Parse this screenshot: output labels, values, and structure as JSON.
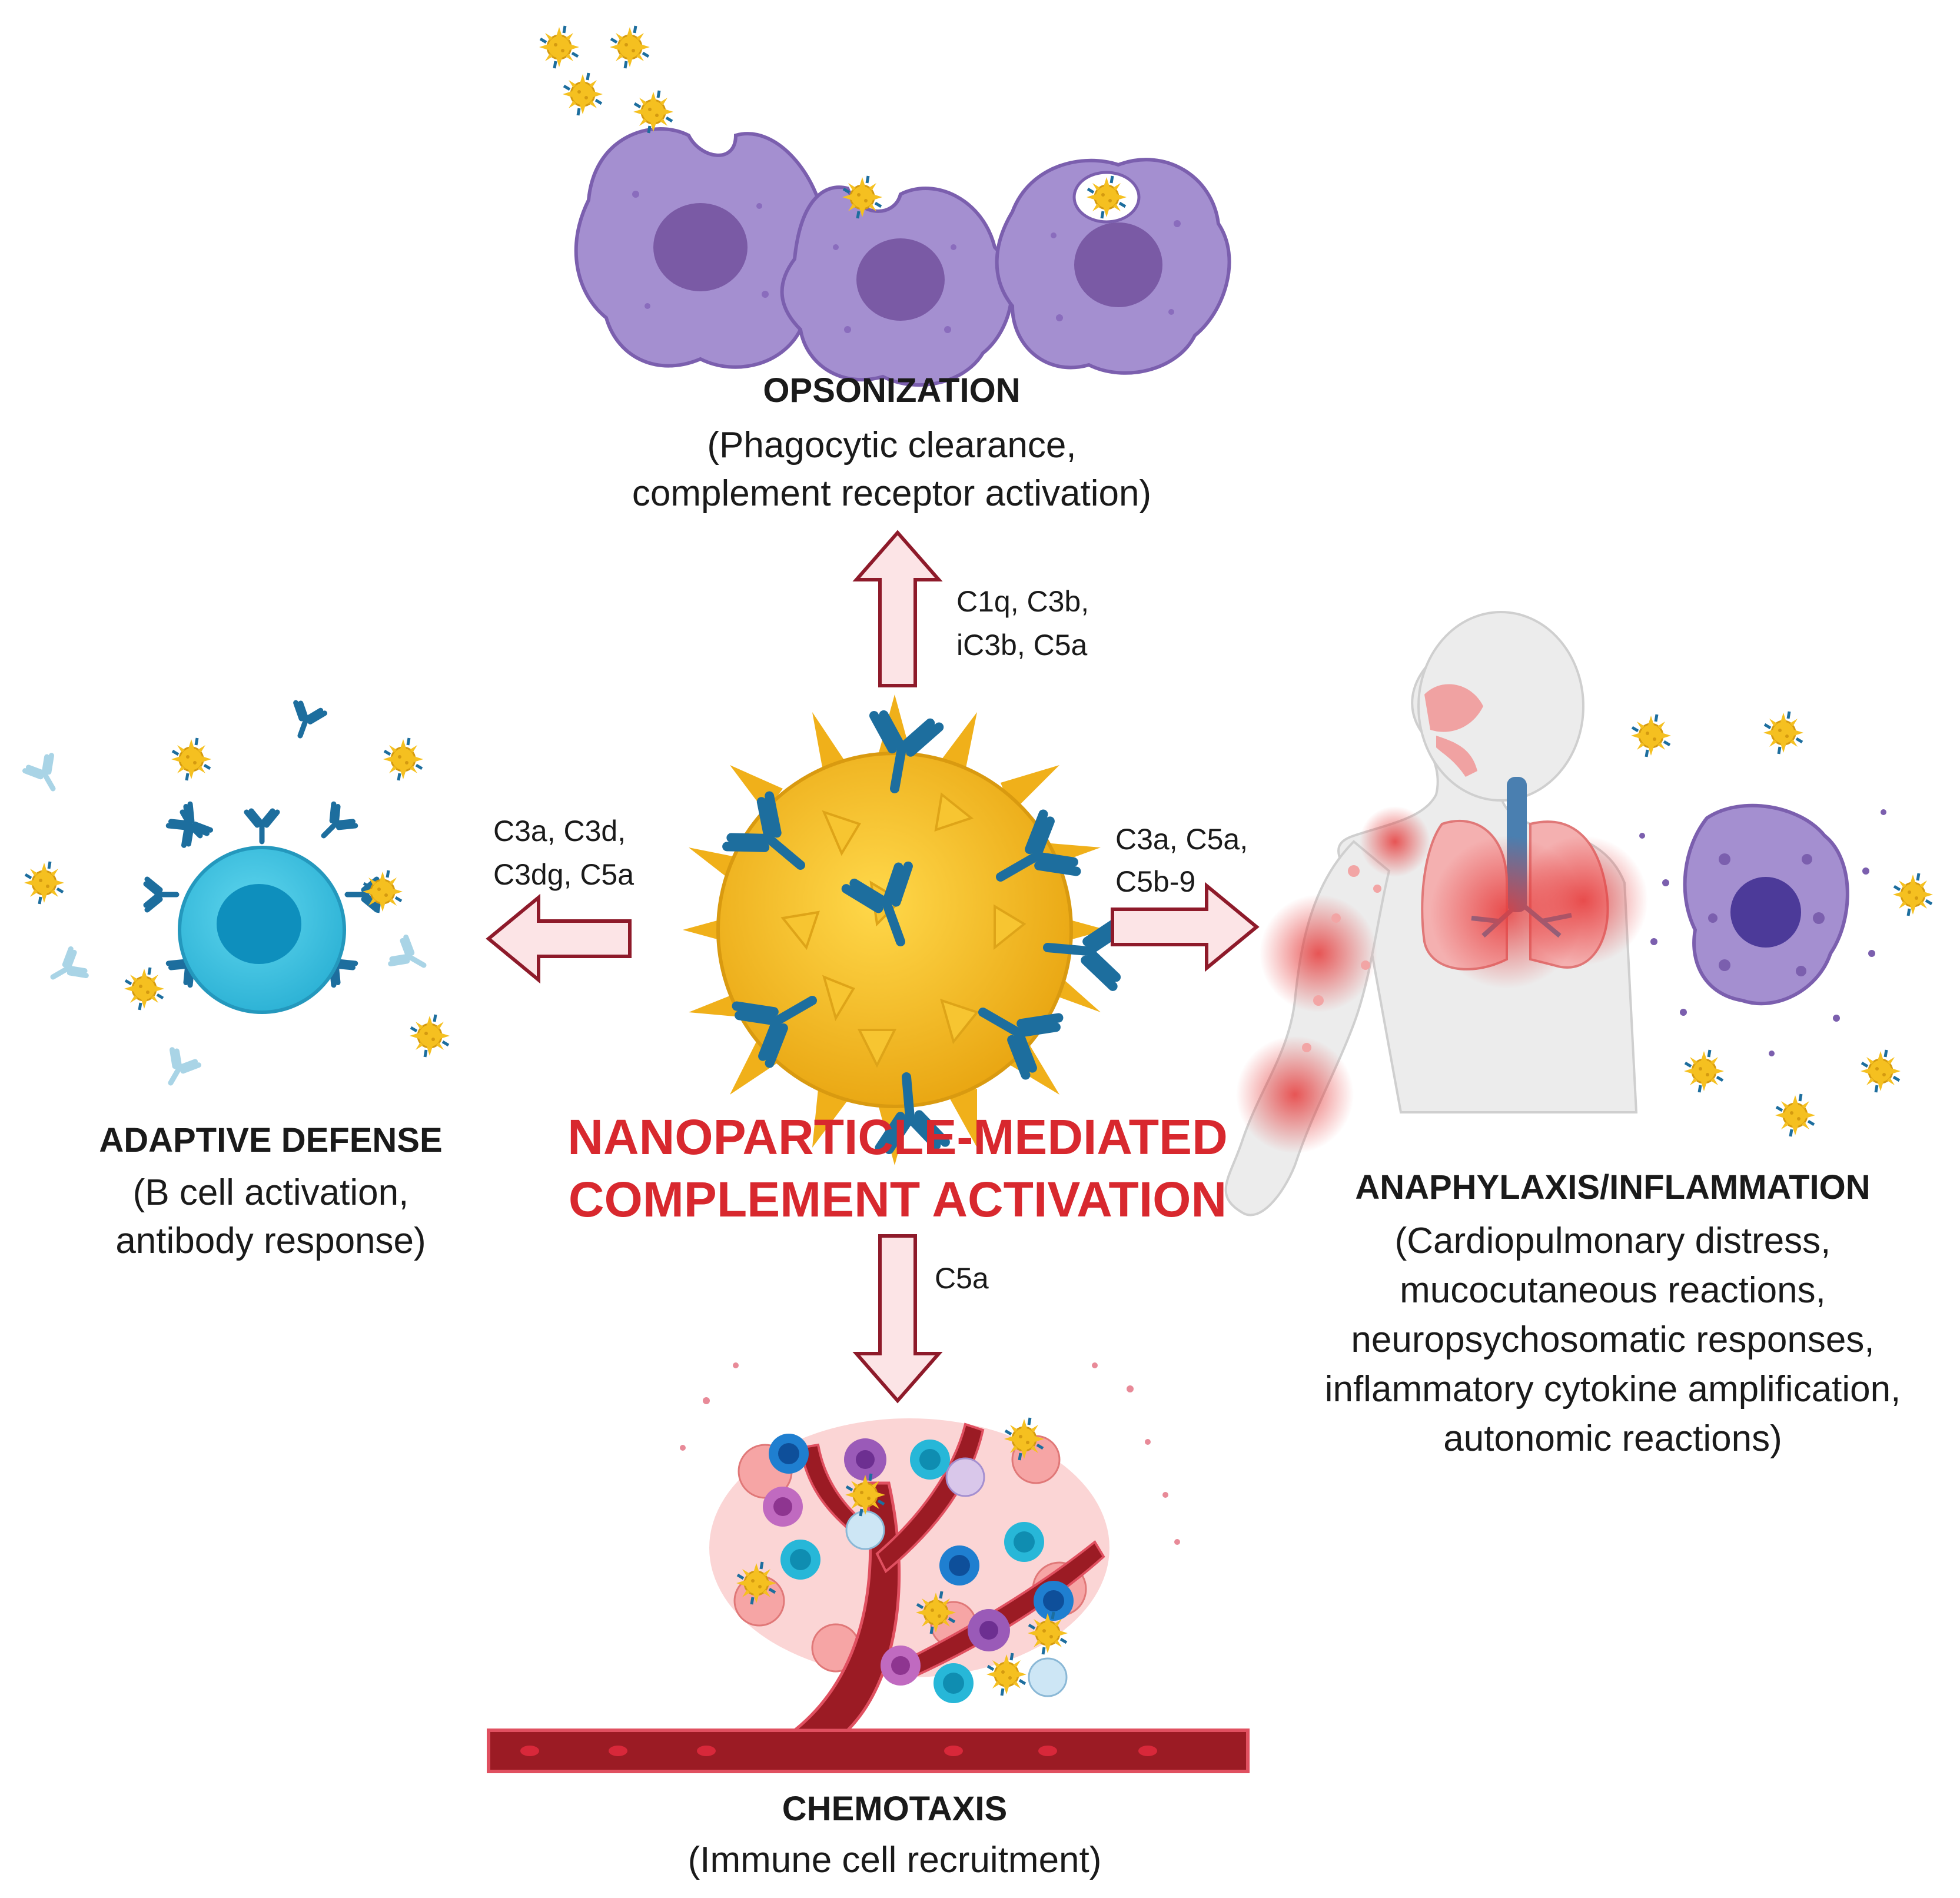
{
  "center_title": {
    "line1": "NANOPARTICLE-MEDIATED",
    "line2": "COMPLEMENT ACTIVATION"
  },
  "opsonization": {
    "heading": "OPSONIZATION",
    "desc_line1": "(Phagocytic clearance,",
    "desc_line2": "complement receptor activation)",
    "arrow_label_line1": "C1q, C3b,",
    "arrow_label_line2": "iC3b, C5a"
  },
  "adaptive": {
    "heading": "ADAPTIVE DEFENSE",
    "desc_line1": "(B cell activation,",
    "desc_line2": "antibody response)",
    "arrow_label_line1": "C3a, C3d,",
    "arrow_label_line2": "C3dg, C5a"
  },
  "anaphylaxis": {
    "heading": "ANAPHYLAXIS/INFLAMMATION",
    "desc_lines": [
      "(Cardiopulmonary distress,",
      "mucocutaneous reactions,",
      "neuropsychosomatic responses,",
      "inflammatory cytokine amplification,",
      "autonomic reactions)"
    ],
    "arrow_label_line1": "C3a, C5a,",
    "arrow_label_line2": "C5b-9"
  },
  "chemotaxis": {
    "heading": "CHEMOTAXIS",
    "desc_line1": "(Immune cell recruitment)",
    "arrow_label": "C5a"
  },
  "colors": {
    "accent_red": "#d8282e",
    "arrow_fill": "#fce4e6",
    "arrow_stroke": "#8e1a2a",
    "nanoparticle": "#f5b820",
    "antibody": "#1d6e9e",
    "macrophage": "#a48fd0",
    "b_cell": "#3fc3e0",
    "vessel": "#9b1b24"
  }
}
